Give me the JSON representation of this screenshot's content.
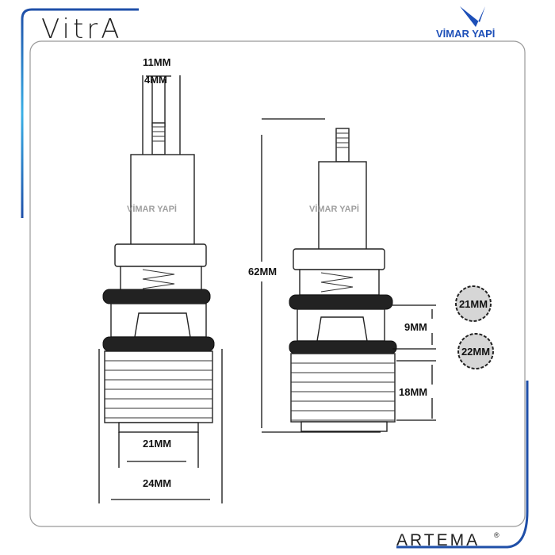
{
  "brand": {
    "left_logo": "VitrA",
    "right_logo": "VİMAR YAPİ",
    "bottom_logo": "ARTEMA",
    "bottom_logo_mark": "®"
  },
  "watermark": "VİMAR YAPİ",
  "left_cartridge": {
    "dim_stem_outer": "11MM",
    "dim_stem_inner": "4MM",
    "dim_thread_inner": "21MM",
    "dim_thread_outer": "24MM"
  },
  "right_cartridge": {
    "dim_height": "62MM",
    "dim_oring_gap": "9MM",
    "dim_thread_length": "18MM",
    "oring_upper": "21MM",
    "oring_lower": "22MM"
  },
  "colors": {
    "frame_accent": "#1f4fa8",
    "frame_light": "#3ab0e6",
    "logo_blue": "#1d4fb8",
    "panel_border": "#999999"
  }
}
